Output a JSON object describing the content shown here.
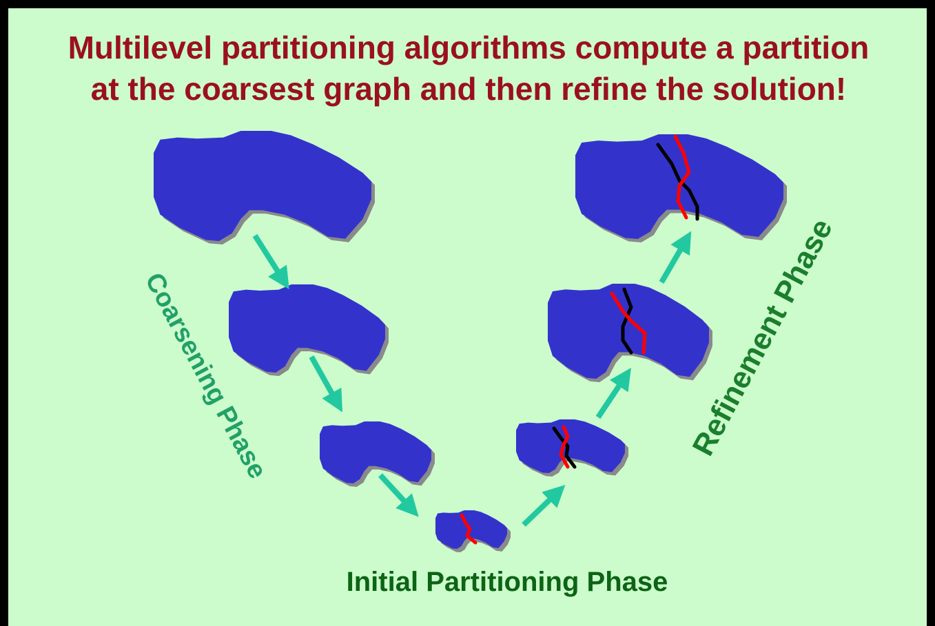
{
  "title": {
    "line1": "Multilevel partitioning algorithms compute a partition",
    "line2": "at the coarsest graph and then refine the solution!"
  },
  "phases": {
    "coarsening": "Coarsening Phase",
    "initial": "Initial Partitioning Phase",
    "refinement": "Refinement Phase"
  },
  "colors": {
    "background": "#ccfccc",
    "shape": "#3333cc",
    "shape_shadow": "#8a8a8a",
    "arrow": "#22c9a0",
    "partition_new": "#ff0000",
    "partition_old": "#000000",
    "title": "#9a1020"
  }
}
